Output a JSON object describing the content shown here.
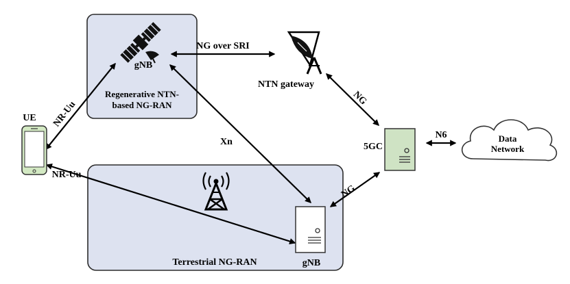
{
  "nodes": {
    "ue": "UE",
    "satellite_gnb": "gNB",
    "ntn_ran_line1": "Regenerative NTN-",
    "ntn_ran_line2": "based NG-RAN",
    "ntn_gateway": "NTN gateway",
    "core": "5GC",
    "data_network_line1": "Data",
    "data_network_line2": "Network",
    "terrestrial_gnb": "gNB",
    "terrestrial_ran": "Terrestrial NG-RAN"
  },
  "links": {
    "ng_over_sri": "NG over SRI",
    "ng_gateway_core": "NG",
    "ng_core_terrestrial": "NG",
    "n6": "N6",
    "xn": "Xn",
    "nr_uu_satellite": "NR-Uu",
    "nr_uu_terrestrial": "NR-Uu"
  },
  "icons": [
    "satellite-icon",
    "dish-antenna-icon",
    "cell-tower-icon",
    "server-icon",
    "smartphone-icon",
    "cloud-icon"
  ],
  "colors": {
    "ran_box_fill": "#dde2f0",
    "server_fill": "#cfe3c4",
    "phone_fill": "#d3e9c3",
    "line": "#000000"
  }
}
